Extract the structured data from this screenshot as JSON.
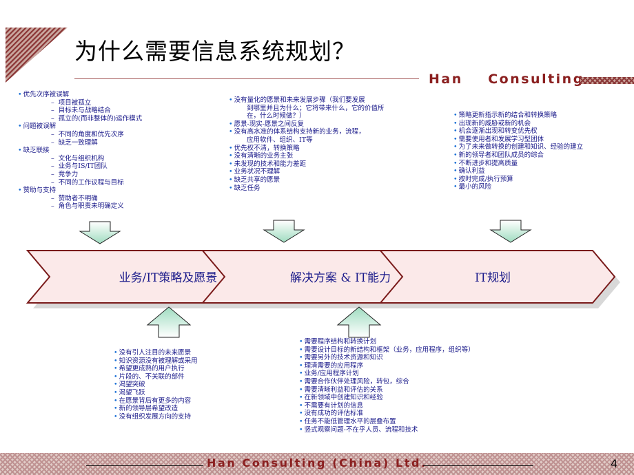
{
  "title": "为什么需要信息系统规划？",
  "brand": "Han    Consulting",
  "footer": {
    "company": "Han Consulting (China) Ltd.",
    "page": "4"
  },
  "colors": {
    "accent": "#8b2020",
    "text": "#1a1a8a",
    "arrow_fill": "#9fdcc0",
    "bullet": "#1a6fd6"
  },
  "stages": [
    {
      "label": "业务/IT策略及愿景"
    },
    {
      "label": "解决方案 & IT能力"
    },
    {
      "label": "IT规划"
    }
  ],
  "top_left": [
    {
      "t": "优先次序被误解",
      "k": "b"
    },
    {
      "t": "项目被孤立",
      "k": "d1"
    },
    {
      "t": "目标未与战略结合",
      "k": "d1"
    },
    {
      "t": "孤立的(而非整体的)运作模式",
      "k": "d1"
    },
    {
      "t": "问题被误解",
      "k": "b"
    },
    {
      "t": "不同的角度和优先次序",
      "k": "d1"
    },
    {
      "t": "缺乏一致理解",
      "k": "d1"
    },
    {
      "t": "缺乏联接",
      "k": "b"
    },
    {
      "t": "文化与组织机构",
      "k": "d1"
    },
    {
      "t": "业务与IS/IT团队",
      "k": "d1"
    },
    {
      "t": "竞争力",
      "k": "d1"
    },
    {
      "t": "不同的工作议程与目标",
      "k": "d1"
    },
    {
      "t": "赞助与支持",
      "k": "b"
    },
    {
      "t": "赞助者不明确",
      "k": "d1"
    },
    {
      "t": "角色与职责未明确定义",
      "k": "d1"
    }
  ],
  "top_middle": [
    {
      "t": "没有量化的愿景和未来发展步骤（我们要发展",
      "k": "b"
    },
    {
      "t": "到哪里并且为什么；它将带来什么，它的价值所",
      "k": "c"
    },
    {
      "t": "在，什么时候做？）",
      "k": "c"
    },
    {
      "t": "愿景-现实-愿景之间反复",
      "k": "b"
    },
    {
      "t": "没有高水准的体系结构支持新的业务，流程，",
      "k": "b"
    },
    {
      "t": "应用软件、组织、IT等",
      "k": "c"
    },
    {
      "t": "优先权不清，转换策略",
      "k": "b"
    },
    {
      "t": "没有清晰的业务主张",
      "k": "b"
    },
    {
      "t": "未发现的技术和能力差距",
      "k": "b"
    },
    {
      "t": "业务状况不理解",
      "k": "b"
    },
    {
      "t": "缺乏共享的愿景",
      "k": "b"
    },
    {
      "t": "缺乏任务",
      "k": "b"
    }
  ],
  "top_right": [
    {
      "t": "策略更新指示新的结合和转换策略",
      "k": "b"
    },
    {
      "t": "出现新的威胁或新的机会",
      "k": "b"
    },
    {
      "t": "机会逐渐出现和转变优先权",
      "k": "b"
    },
    {
      "t": "需要使用者和发展学习型团体",
      "k": "b"
    },
    {
      "t": "为了未来做转换的创建和知识、经验的建立",
      "k": "b"
    },
    {
      "t": "新的领导者和团队成员的综合",
      "k": "b"
    },
    {
      "t": "不断进步和提高质量",
      "k": "b"
    },
    {
      "t": "确认利益",
      "k": "b"
    },
    {
      "t": "按时完成/执行预算",
      "k": "b"
    },
    {
      "t": "最小的风险",
      "k": "b"
    }
  ],
  "bottom_left": [
    {
      "t": "没有引人注目的未来愿景",
      "k": "b"
    },
    {
      "t": "知识资源没有被理解或采用",
      "k": "b"
    },
    {
      "t": "希望更成熟的用户执行",
      "k": "b"
    },
    {
      "t": "片段的、不关联的部件",
      "k": "b"
    },
    {
      "t": "渴望突破",
      "k": "b"
    },
    {
      "t": "渴望飞跃",
      "k": "b"
    },
    {
      "t": "在愿景背后有更多的内容",
      "k": "b"
    },
    {
      "t": "新的领导层希望改造",
      "k": "b"
    },
    {
      "t": "没有组织发展方向的支持",
      "k": "b"
    }
  ],
  "bottom_middle": [
    {
      "t": "需要程序结构和转换计划",
      "k": "b"
    },
    {
      "t": "需要设计目标的新结构和框架（业务，应用程序，组织等）",
      "k": "b"
    },
    {
      "t": "需要另外的技术资源和知识",
      "k": "b"
    },
    {
      "t": "理清需要的应用程序",
      "k": "b"
    },
    {
      "t": "业务/应用程序计划",
      "k": "b"
    },
    {
      "t": "需要合作伙伴处理风险，转包，综合",
      "k": "b"
    },
    {
      "t": "需要清晰利益和评估的关系",
      "k": "b"
    },
    {
      "t": "在新领域中创建知识和经验",
      "k": "b"
    },
    {
      "t": "不需要有计划的信息",
      "k": "b"
    },
    {
      "t": "没有成功的评估标准",
      "k": "b"
    },
    {
      "t": "任务不能低管理水平的层叠布置",
      "k": "b"
    },
    {
      "t": "竖式观察问题-不在乎人员、流程和技术",
      "k": "b"
    }
  ]
}
